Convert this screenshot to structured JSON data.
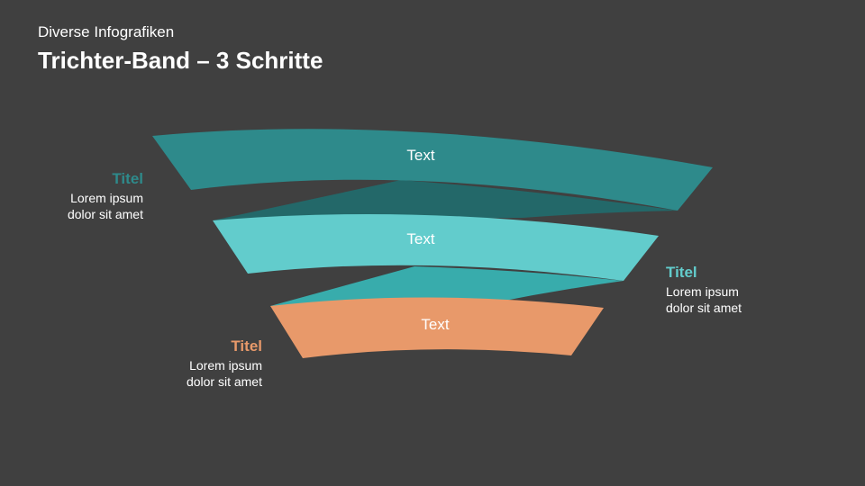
{
  "header": {
    "subtitle": "Diverse Infografiken",
    "title": "Trichter-Band – 3 Schritte"
  },
  "funnel": {
    "steps": [
      {
        "label": "Text",
        "color": "#2e8a8b"
      },
      {
        "label": "Text",
        "color": "#62cccc"
      },
      {
        "label": "Text",
        "color": "#e8996a"
      }
    ],
    "connector_colors": [
      "#236869",
      "#38acac"
    ]
  },
  "callouts": [
    {
      "title": "Titel",
      "line1": "Lorem ipsum",
      "line2": "dolor sit amet",
      "color": "#2e8a8b"
    },
    {
      "title": "Titel",
      "line1": "Lorem ipsum",
      "line2": "dolor sit amet",
      "color": "#62cccc"
    },
    {
      "title": "Titel",
      "line1": "Lorem ipsum",
      "line2": "dolor sit amet",
      "color": "#e8996a"
    }
  ]
}
